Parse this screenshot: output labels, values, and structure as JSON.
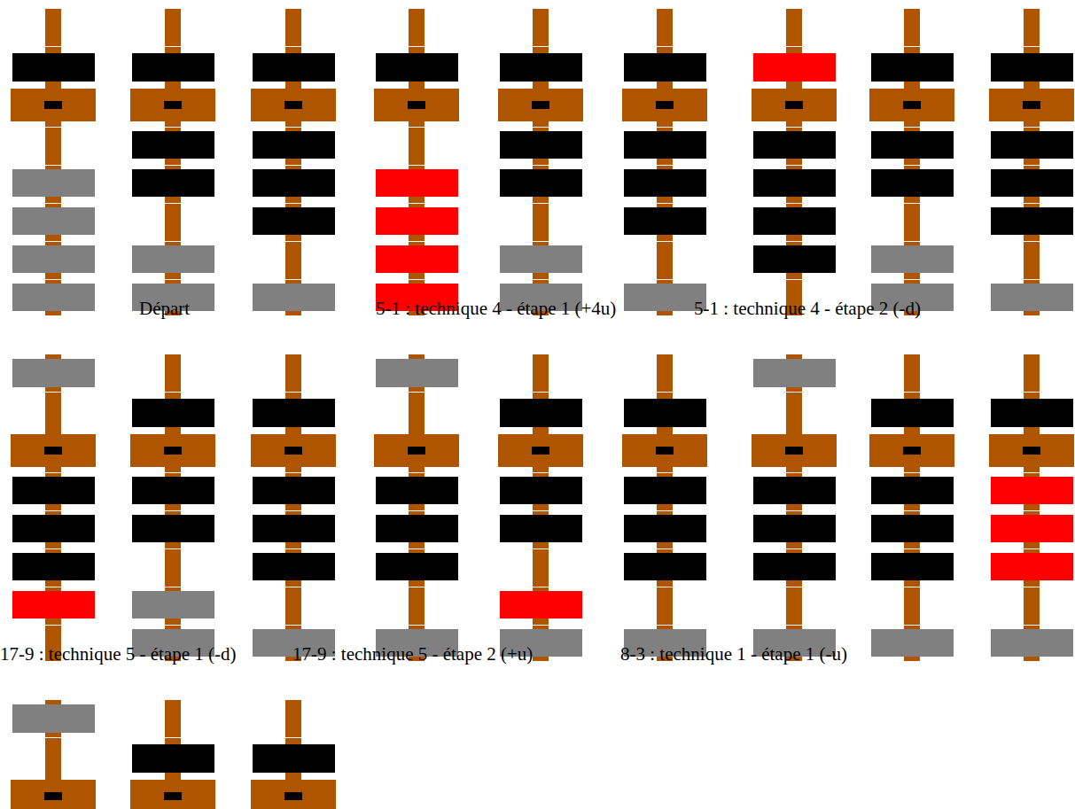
{
  "diagram": {
    "labels": [
      "Départ",
      "5-1 : technique 4 - étape 1 (+4u)",
      "5-1 : technique 4 - étape 2 (-d)",
      "17-9 : technique 5 - étape 1 (-d)",
      "17-9 : technique 5 - étape 2 (+u)",
      "8-3 : technique 1 - étape 1 (-u)"
    ]
  }
}
